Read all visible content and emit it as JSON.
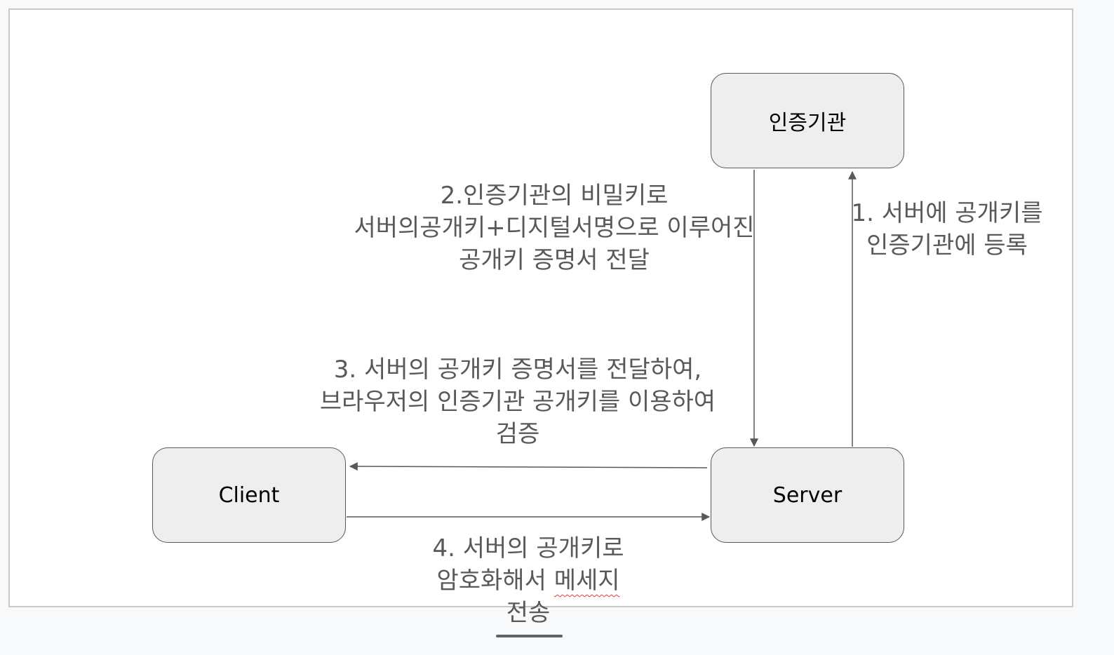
{
  "nodes": {
    "ca": "인증기관",
    "client": "Client",
    "server": "Server"
  },
  "edges": {
    "step1": [
      "1. 서버에 공개키를",
      "인증기관에 등록"
    ],
    "step2": [
      "2.인증기관의 비밀키로",
      "서버의공개키+디지털서명으로 이루어진",
      "공개키 증명서 전달"
    ],
    "step3": [
      "3. 서버의 공개키 증명서를 전달하여,",
      "브라우저의 인증기관 공개키를 이용하여",
      "검증"
    ],
    "step4": {
      "line1": "4. 서버의 공개키로",
      "line2_prefix": "암호화해서 ",
      "line2_flagged": "메세지",
      "line3": "전송"
    }
  },
  "colors": {
    "node_fill": "#eeeeee",
    "stroke": "#595959",
    "label_text": "#595959",
    "spellcheck": "#e53935"
  }
}
